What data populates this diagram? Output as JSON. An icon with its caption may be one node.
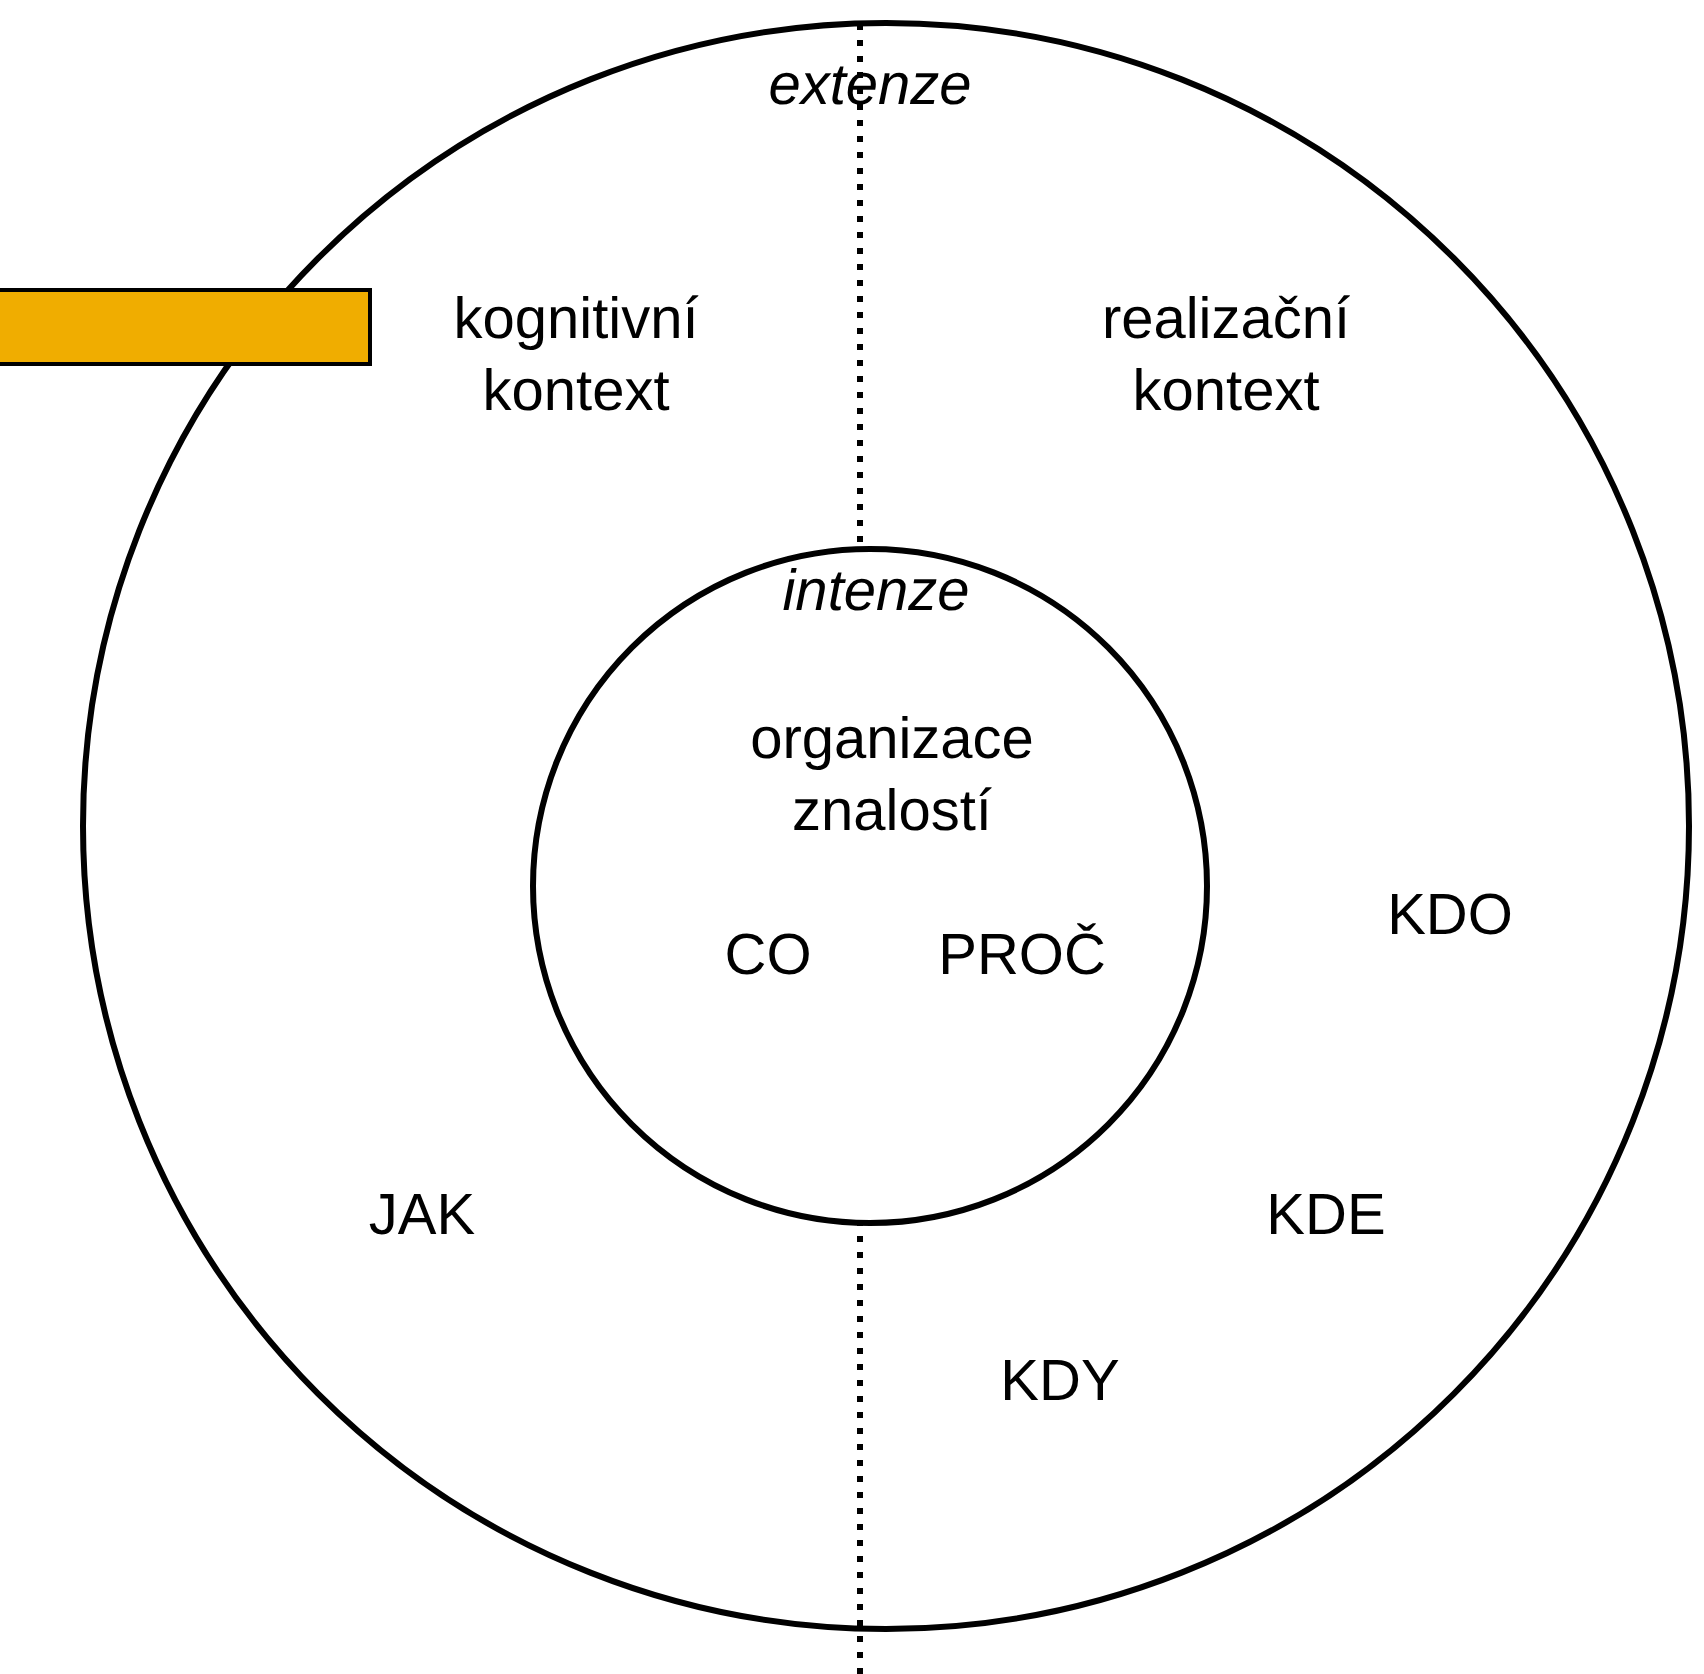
{
  "diagram": {
    "nodes": [
      {
        "text": [
          "extenze",
          "kognitivní kontext",
          "realizační kontext",
          "KDO",
          "JAK",
          "KDE",
          "KDY"
        ]
      },
      {
        "text": [
          "intenze",
          "organizace znalostí",
          "CO",
          "PROČ"
        ],
        "in": 0
      }
    ],
    "edges": []
  }
}
